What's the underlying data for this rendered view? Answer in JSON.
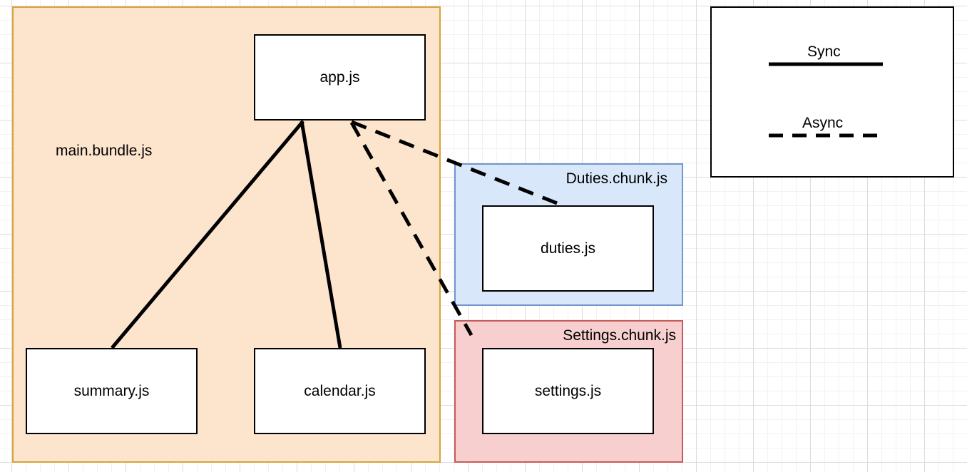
{
  "diagram": {
    "groups": {
      "main": {
        "label": "main.bundle.js",
        "fill": "#fde5cd",
        "stroke": "#d8a43a"
      },
      "duties": {
        "label": "Duties.chunk.js",
        "fill": "#d9e7fb",
        "stroke": "#7295cf"
      },
      "settings": {
        "label": "Settings.chunk.js",
        "fill": "#f7cfcf",
        "stroke": "#c55b5b"
      }
    },
    "modules": {
      "app": "app.js",
      "summary": "summary.js",
      "calendar": "calendar.js",
      "duties": "duties.js",
      "settings": "settings.js"
    },
    "edges": [
      {
        "from": "app.js",
        "to": "summary.js",
        "kind": "Sync"
      },
      {
        "from": "app.js",
        "to": "calendar.js",
        "kind": "Sync"
      },
      {
        "from": "app.js",
        "to": "duties.js",
        "kind": "Async"
      },
      {
        "from": "app.js",
        "to": "settings.js",
        "kind": "Async"
      }
    ],
    "legend": {
      "sync_label": "Sync",
      "async_label": "Async"
    }
  }
}
